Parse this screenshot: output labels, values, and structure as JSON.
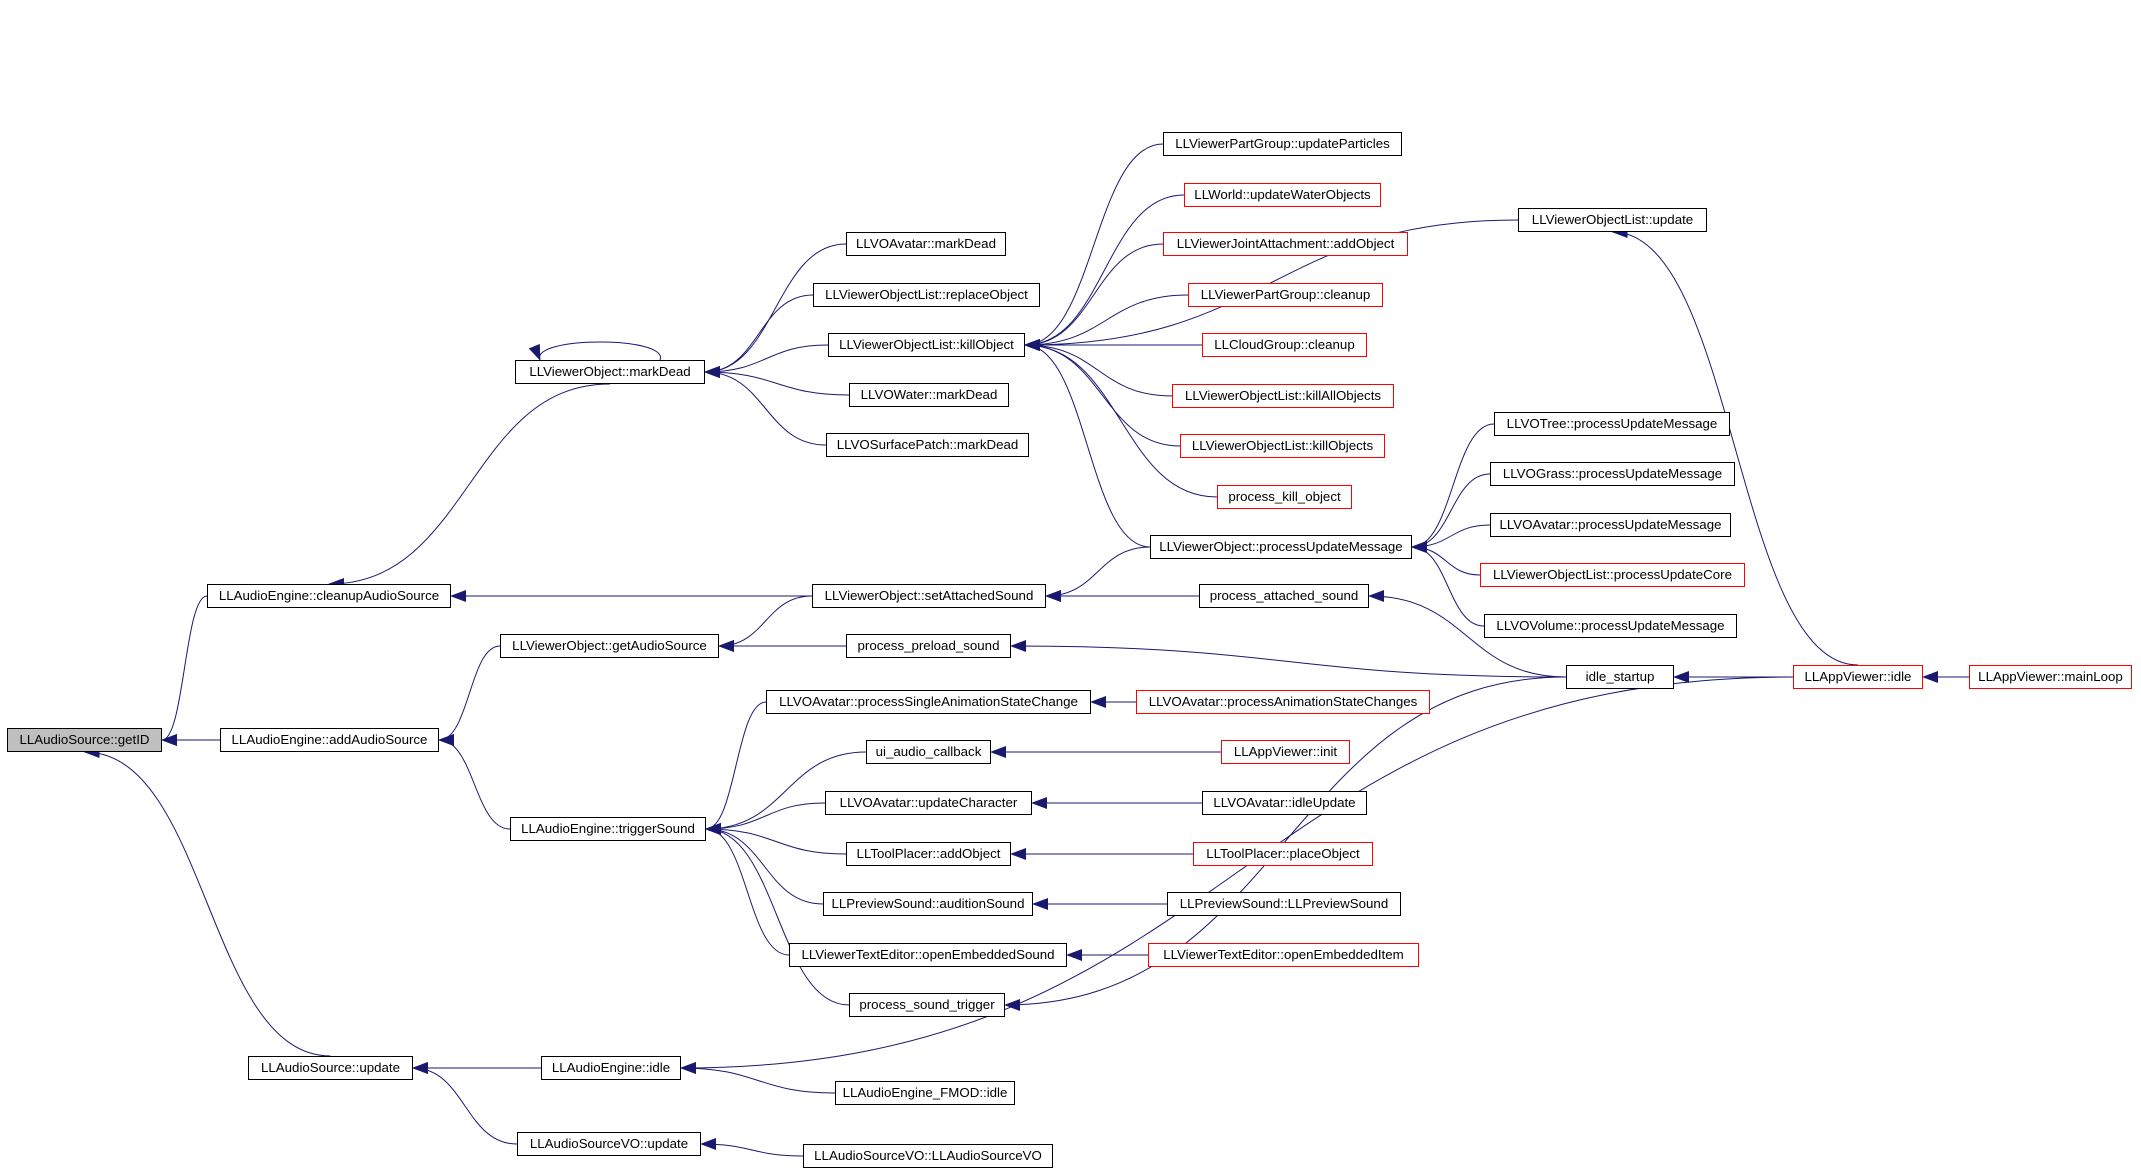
{
  "colors": {
    "edge": "#191970",
    "normal_border": "#000000",
    "truncated_border": "#ff0000",
    "focus_fill": "#bfbfbf"
  },
  "nodes": [
    {
      "id": "getID",
      "label": "LLAudioSource::getID",
      "style": "focus"
    },
    {
      "id": "cleanupAudioSource",
      "label": "LLAudioEngine::cleanupAudioSource",
      "style": "normal"
    },
    {
      "id": "addAudioSource",
      "label": "LLAudioEngine::addAudioSource",
      "style": "normal"
    },
    {
      "id": "srcUpdate",
      "label": "LLAudioSource::update",
      "style": "normal"
    },
    {
      "id": "objMarkDead",
      "label": "LLViewerObject::markDead",
      "style": "normal"
    },
    {
      "id": "getAudioSource",
      "label": "LLViewerObject::getAudioSource",
      "style": "normal"
    },
    {
      "id": "triggerSound",
      "label": "LLAudioEngine::triggerSound",
      "style": "normal"
    },
    {
      "id": "engineIdle",
      "label": "LLAudioEngine::idle",
      "style": "normal"
    },
    {
      "id": "srcVOUpdate",
      "label": "LLAudioSourceVO::update",
      "style": "normal"
    },
    {
      "id": "avMarkDead",
      "label": "LLVOAvatar::markDead",
      "style": "normal"
    },
    {
      "id": "replaceObject",
      "label": "LLViewerObjectList::replaceObject",
      "style": "normal"
    },
    {
      "id": "killObject",
      "label": "LLViewerObjectList::killObject",
      "style": "normal"
    },
    {
      "id": "waterMarkDead",
      "label": "LLVOWater::markDead",
      "style": "normal"
    },
    {
      "id": "surfMarkDead",
      "label": "LLVOSurfacePatch::markDead",
      "style": "normal"
    },
    {
      "id": "setAttachedSound",
      "label": "LLViewerObject::setAttachedSound",
      "style": "normal"
    },
    {
      "id": "processPreloadSound",
      "label": "process_preload_sound",
      "style": "normal"
    },
    {
      "id": "singleAnim",
      "label": "LLVOAvatar::processSingleAnimationStateChange",
      "style": "normal"
    },
    {
      "id": "uiAudioCallback",
      "label": "ui_audio_callback",
      "style": "normal"
    },
    {
      "id": "updateCharacter",
      "label": "LLVOAvatar::updateCharacter",
      "style": "normal"
    },
    {
      "id": "toolAddObject",
      "label": "LLToolPlacer::addObject",
      "style": "normal"
    },
    {
      "id": "auditionSound",
      "label": "LLPreviewSound::auditionSound",
      "style": "normal"
    },
    {
      "id": "openEmbeddedSound",
      "label": "LLViewerTextEditor::openEmbeddedSound",
      "style": "normal"
    },
    {
      "id": "processSoundTrigger",
      "label": "process_sound_trigger",
      "style": "normal"
    },
    {
      "id": "fmodIdle",
      "label": "LLAudioEngine_FMOD::idle",
      "style": "normal"
    },
    {
      "id": "srcVOCtor",
      "label": "LLAudioSourceVO::LLAudioSourceVO",
      "style": "normal"
    },
    {
      "id": "partGroupUpdateParticles",
      "label": "LLViewerPartGroup::updateParticles",
      "style": "normal"
    },
    {
      "id": "updateWaterObjects",
      "label": "LLWorld::updateWaterObjects",
      "style": "red"
    },
    {
      "id": "jointAddObject",
      "label": "LLViewerJointAttachment::addObject",
      "style": "red"
    },
    {
      "id": "partGroupCleanup",
      "label": "LLViewerPartGroup::cleanup",
      "style": "red"
    },
    {
      "id": "cloudCleanup",
      "label": "LLCloudGroup::cleanup",
      "style": "red"
    },
    {
      "id": "killAllObjects",
      "label": "LLViewerObjectList::killAllObjects",
      "style": "red"
    },
    {
      "id": "killObjects",
      "label": "LLViewerObjectList::killObjects",
      "style": "red"
    },
    {
      "id": "processKillObject",
      "label": "process_kill_object",
      "style": "red"
    },
    {
      "id": "objProcessUpdateMessage",
      "label": "LLViewerObject::processUpdateMessage",
      "style": "normal"
    },
    {
      "id": "processAttachedSound",
      "label": "process_attached_sound",
      "style": "normal"
    },
    {
      "id": "animStateChanges",
      "label": "LLVOAvatar::processAnimationStateChanges",
      "style": "red"
    },
    {
      "id": "appViewerInit",
      "label": "LLAppViewer::init",
      "style": "red"
    },
    {
      "id": "avIdleUpdate",
      "label": "LLVOAvatar::idleUpdate",
      "style": "normal"
    },
    {
      "id": "placeObject",
      "label": "LLToolPlacer::placeObject",
      "style": "red"
    },
    {
      "id": "previewSoundCtor",
      "label": "LLPreviewSound::LLPreviewSound",
      "style": "normal"
    },
    {
      "id": "openEmbeddedItem",
      "label": "LLViewerTextEditor::openEmbeddedItem",
      "style": "red"
    },
    {
      "id": "objListUpdate",
      "label": "LLViewerObjectList::update",
      "style": "normal"
    },
    {
      "id": "treeUpdateMsg",
      "label": "LLVOTree::processUpdateMessage",
      "style": "normal"
    },
    {
      "id": "grassUpdateMsg",
      "label": "LLVOGrass::processUpdateMessage",
      "style": "normal"
    },
    {
      "id": "avatarUpdateMsg",
      "label": "LLVOAvatar::processUpdateMessage",
      "style": "normal"
    },
    {
      "id": "processUpdateCore",
      "label": "LLViewerObjectList::processUpdateCore",
      "style": "red"
    },
    {
      "id": "volumeUpdateMsg",
      "label": "LLVOVolume::processUpdateMessage",
      "style": "normal"
    },
    {
      "id": "idleStartup",
      "label": "idle_startup",
      "style": "normal"
    },
    {
      "id": "appViewerIdle",
      "label": "LLAppViewer::idle",
      "style": "red"
    },
    {
      "id": "mainLoop",
      "label": "LLAppViewer::mainLoop",
      "style": "red"
    }
  ],
  "edges": [
    {
      "from": "getID",
      "to": "cleanupAudioSource"
    },
    {
      "from": "getID",
      "to": "addAudioSource"
    },
    {
      "from": "getID",
      "to": "srcUpdate"
    },
    {
      "from": "cleanupAudioSource",
      "to": "objMarkDead"
    },
    {
      "from": "cleanupAudioSource",
      "to": "setAttachedSound"
    },
    {
      "from": "addAudioSource",
      "to": "getAudioSource"
    },
    {
      "from": "addAudioSource",
      "to": "triggerSound"
    },
    {
      "from": "srcUpdate",
      "to": "engineIdle"
    },
    {
      "from": "srcUpdate",
      "to": "srcVOUpdate"
    },
    {
      "from": "objMarkDead",
      "to": "objMarkDead"
    },
    {
      "from": "objMarkDead",
      "to": "avMarkDead"
    },
    {
      "from": "objMarkDead",
      "to": "replaceObject"
    },
    {
      "from": "objMarkDead",
      "to": "killObject"
    },
    {
      "from": "objMarkDead",
      "to": "waterMarkDead"
    },
    {
      "from": "objMarkDead",
      "to": "surfMarkDead"
    },
    {
      "from": "getAudioSource",
      "to": "setAttachedSound"
    },
    {
      "from": "getAudioSource",
      "to": "processPreloadSound"
    },
    {
      "from": "triggerSound",
      "to": "singleAnim"
    },
    {
      "from": "triggerSound",
      "to": "uiAudioCallback"
    },
    {
      "from": "triggerSound",
      "to": "updateCharacter"
    },
    {
      "from": "triggerSound",
      "to": "toolAddObject"
    },
    {
      "from": "triggerSound",
      "to": "auditionSound"
    },
    {
      "from": "triggerSound",
      "to": "openEmbeddedSound"
    },
    {
      "from": "triggerSound",
      "to": "processSoundTrigger"
    },
    {
      "from": "engineIdle",
      "to": "fmodIdle"
    },
    {
      "from": "engineIdle",
      "to": "appViewerIdle"
    },
    {
      "from": "srcVOUpdate",
      "to": "srcVOCtor"
    },
    {
      "from": "killObject",
      "to": "partGroupUpdateParticles"
    },
    {
      "from": "killObject",
      "to": "updateWaterObjects"
    },
    {
      "from": "killObject",
      "to": "jointAddObject"
    },
    {
      "from": "killObject",
      "to": "partGroupCleanup"
    },
    {
      "from": "killObject",
      "to": "cloudCleanup"
    },
    {
      "from": "killObject",
      "to": "killAllObjects"
    },
    {
      "from": "killObject",
      "to": "killObjects"
    },
    {
      "from": "killObject",
      "to": "processKillObject"
    },
    {
      "from": "killObject",
      "to": "objProcessUpdateMessage"
    },
    {
      "from": "killObject",
      "to": "objListUpdate"
    },
    {
      "from": "setAttachedSound",
      "to": "objProcessUpdateMessage"
    },
    {
      "from": "setAttachedSound",
      "to": "processAttachedSound"
    },
    {
      "from": "processPreloadSound",
      "to": "idleStartup"
    },
    {
      "from": "singleAnim",
      "to": "animStateChanges"
    },
    {
      "from": "uiAudioCallback",
      "to": "appViewerInit"
    },
    {
      "from": "updateCharacter",
      "to": "avIdleUpdate"
    },
    {
      "from": "toolAddObject",
      "to": "placeObject"
    },
    {
      "from": "auditionSound",
      "to": "previewSoundCtor"
    },
    {
      "from": "openEmbeddedSound",
      "to": "openEmbeddedItem"
    },
    {
      "from": "processSoundTrigger",
      "to": "idleStartup"
    },
    {
      "from": "objProcessUpdateMessage",
      "to": "treeUpdateMsg"
    },
    {
      "from": "objProcessUpdateMessage",
      "to": "grassUpdateMsg"
    },
    {
      "from": "objProcessUpdateMessage",
      "to": "avatarUpdateMsg"
    },
    {
      "from": "objProcessUpdateMessage",
      "to": "processUpdateCore"
    },
    {
      "from": "objProcessUpdateMessage",
      "to": "volumeUpdateMsg"
    },
    {
      "from": "processAttachedSound",
      "to": "idleStartup"
    },
    {
      "from": "objListUpdate",
      "to": "appViewerIdle"
    },
    {
      "from": "idleStartup",
      "to": "appViewerIdle"
    },
    {
      "from": "appViewerIdle",
      "to": "mainLoop"
    }
  ]
}
